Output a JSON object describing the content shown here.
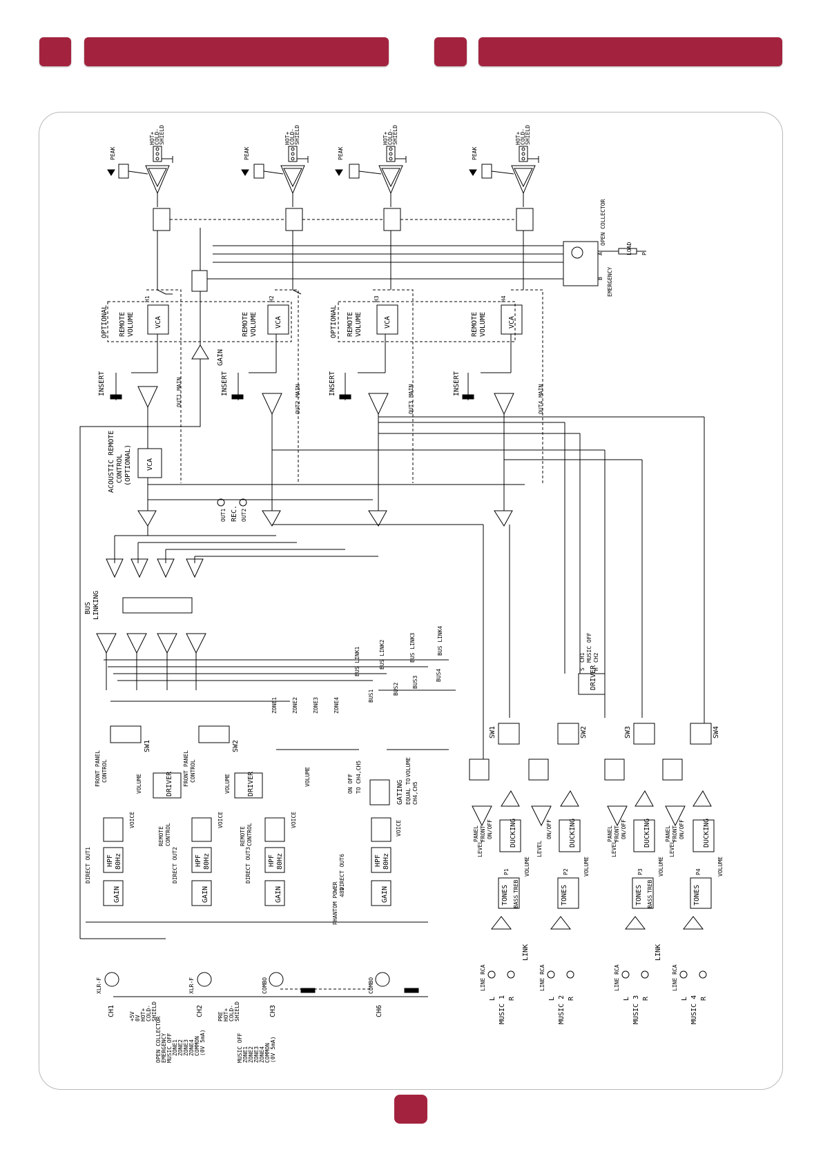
{
  "header": {
    "left_tab_label": "",
    "left_title": "",
    "right_tab_label": "",
    "right_title": ""
  },
  "footer": {
    "page_number": ""
  },
  "outputs": [
    {
      "peak": "PEAK",
      "pins": [
        "HOT+",
        "COLD-",
        "SHIELD"
      ],
      "id": "H1",
      "main": "OUT1 MAIN"
    },
    {
      "peak": "PEAK",
      "pins": [
        "HOT+",
        "COLD-",
        "SHIELD"
      ],
      "id": "H2",
      "main": "OUT2 MAIN"
    },
    {
      "peak": "PEAK",
      "pins": [
        "HOT+",
        "COLD-",
        "SHIELD"
      ],
      "id": "H3",
      "main": "OUT3 MAIN"
    },
    {
      "peak": "PEAK",
      "pins": [
        "HOT+",
        "COLD-",
        "SHIELD"
      ],
      "id": "H4",
      "main": "OUT4 MAIN"
    }
  ],
  "labels": {
    "optional": "OPTIONAL",
    "remote_volume": [
      "REMOTE",
      "VOLUME"
    ],
    "vca": "VCA",
    "insert": "INSERT",
    "gain": "GAIN",
    "acoustic": [
      "ACOUSTIC REMOTE",
      "CONTROL",
      "(OPTIONAL)"
    ],
    "rec": "REC.",
    "out1": "OUT1",
    "out2": "OUT2",
    "bus_linking": [
      "BUS",
      "LINKING"
    ],
    "open_collector": "OPEN COLLECTOR",
    "emergency": "EMERGENCY",
    "load": "LOAD",
    "pin_a": "A",
    "pin_b": "B",
    "pin_p": "P",
    "driver": "DRIVER",
    "music_off": "MUSIC OFF",
    "ch1_small": "CH1",
    "ch2_small": "CH2",
    "s": "S",
    "h": "H",
    "sw": [
      "SW1",
      "SW2",
      "SW3",
      "SW4"
    ],
    "front_panel": [
      "FRONT PANEL",
      "CONTROL"
    ],
    "volume": "VOLUME",
    "voice": "VOICE",
    "remote_control": [
      "REMOTE",
      "CONTROL"
    ],
    "zones": [
      "ZONE1",
      "ZONE2",
      "ZONE3",
      "ZONE4"
    ],
    "buses": [
      "BUS1",
      "BUS2",
      "BUS3",
      "BUS4"
    ],
    "bus_links": [
      "BUS LINK1",
      "BUS LINK2",
      "BUS LINK3",
      "BUS LINK4"
    ],
    "on_off": [
      "ON OFF",
      "TO CH4,CH5"
    ],
    "gating": [
      "GATING",
      "EQUAL TO",
      "CH4,CH5"
    ],
    "hpf": [
      "HPF",
      "80Hz"
    ],
    "direct_out": [
      "DIRECT OUT1",
      "DIRECT OUT2",
      "DIRECT OUT3",
      "DIRECT OUT6"
    ],
    "phantom": [
      "PHANTOM POWER",
      "48V"
    ],
    "xlr_f": "XLR-F",
    "combo": "COMBO",
    "channels": [
      "CH1",
      "CH2",
      "CH3",
      "CH6"
    ],
    "ducking": "DUCKING",
    "level": "LEVEL",
    "front_onoff": [
      "ON/OFF",
      "FRONT",
      "PANEL"
    ],
    "tones": "TONES",
    "treble": "TREB",
    "bass": "BASS",
    "p_labels": [
      "P1",
      "P2",
      "P3",
      "P4"
    ],
    "line_rca": "LINE RCA",
    "link": "LINK",
    "l": "L",
    "r": "R",
    "music": [
      "MUSIC 1",
      "MUSIC 2",
      "MUSIC 3",
      "MUSIC 4"
    ],
    "terminal_a": [
      "+5V",
      "0V",
      "HOT+",
      "COLD-",
      "SHIELD"
    ],
    "terminal_b": [
      "OPEN COLLECTOR",
      "EMERGENCY",
      "MUSIC OFF",
      "ZONE1",
      "ZONE2",
      "ZONE3",
      "ZONE4",
      "COMMON",
      "(0V 5mA)"
    ],
    "terminal_c": [
      "PRE",
      "HOT+",
      "COLD-",
      "SHIELD"
    ],
    "terminal_d": [
      "MUSIC OFF",
      "ZONE1",
      "ZONE2",
      "ZONE3",
      "ZONE4",
      "COMMON",
      "(0V 5mA)"
    ]
  }
}
